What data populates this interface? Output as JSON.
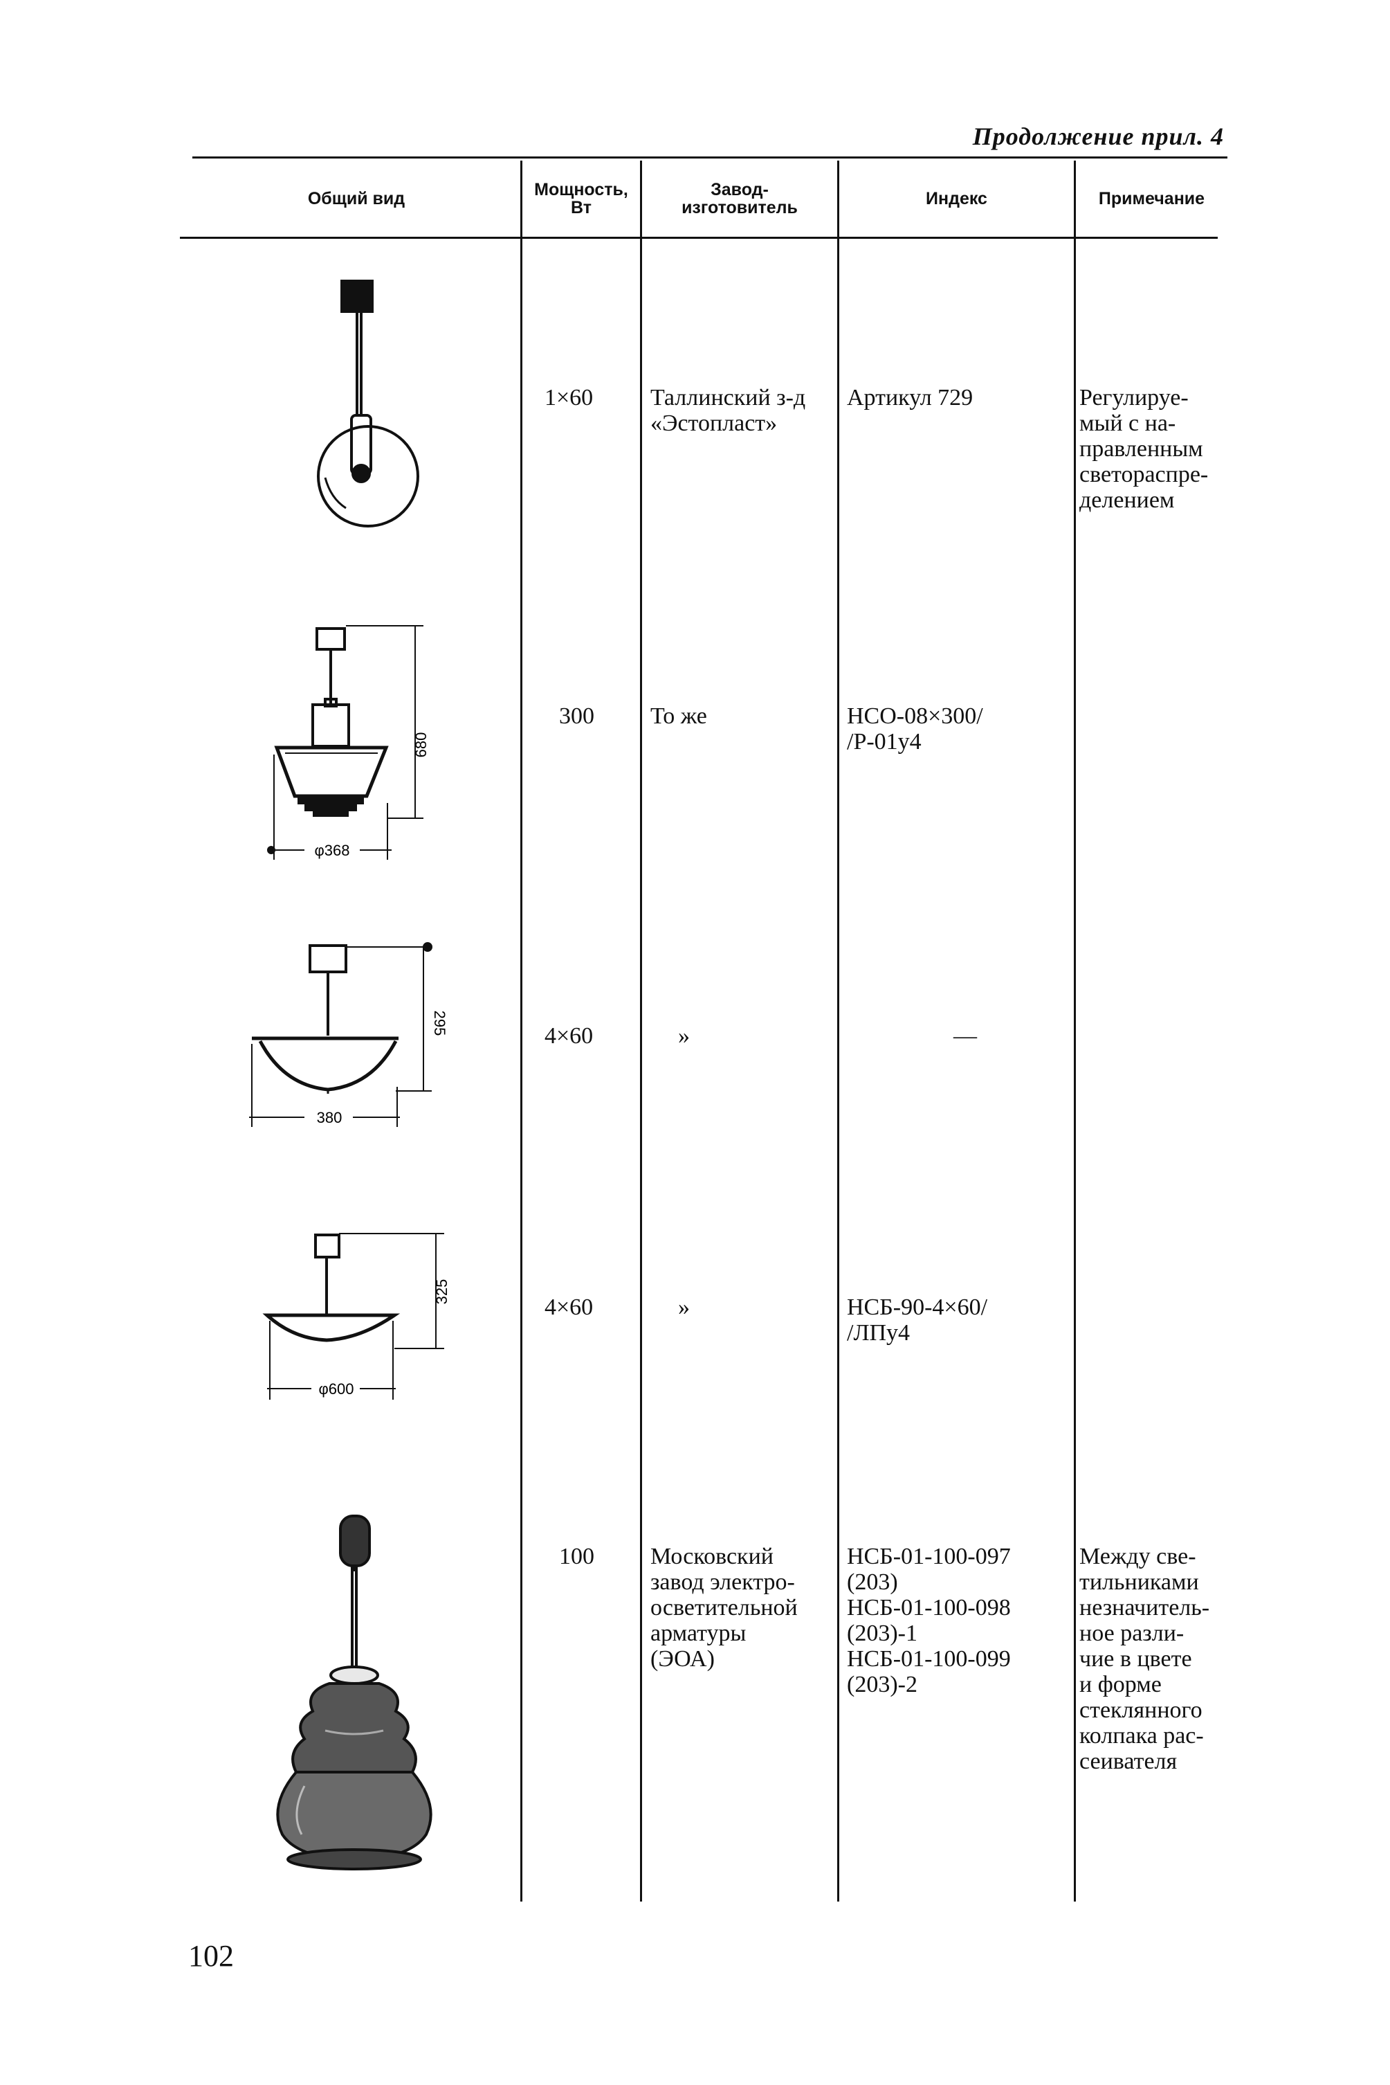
{
  "running_head": "Продолжение прил. 4",
  "columns": [
    {
      "key": "view",
      "label_lines": [
        "Общий вид"
      ]
    },
    {
      "key": "power",
      "label_lines": [
        "Мощность,",
        "Вт"
      ]
    },
    {
      "key": "maker",
      "label_lines": [
        "Завод-",
        "изготовитель"
      ]
    },
    {
      "key": "index",
      "label_lines": [
        "Индекс"
      ]
    },
    {
      "key": "note",
      "label_lines": [
        "Примечание"
      ]
    }
  ],
  "rows": [
    {
      "power": "1×60",
      "maker_lines": [
        "Таллинский з-д",
        "«Эстопласт»"
      ],
      "index_lines": [
        "Артикул 729"
      ],
      "note_lines": [
        "Регулируе-",
        "мый с на-",
        "правленным",
        "светораспре-",
        "делением"
      ],
      "drawing": {
        "icon": "swivel-pendant-lamp-icon",
        "dims": []
      }
    },
    {
      "power": "300",
      "maker_lines": [
        "То же"
      ],
      "index_lines": [
        "НСО-08×300/",
        "/Р-01у4"
      ],
      "note_lines": [],
      "drawing": {
        "icon": "tiered-shade-pendant-icon",
        "dims": [
          "680",
          "φ368"
        ]
      }
    },
    {
      "power": "4×60",
      "maker_lines": [
        "»"
      ],
      "index_lines": [
        "—"
      ],
      "note_lines": [],
      "drawing": {
        "icon": "bowl-pendant-lamp-icon",
        "dims": [
          "295",
          "380"
        ]
      }
    },
    {
      "power": "4×60",
      "maker_lines": [
        "»"
      ],
      "index_lines": [
        "НСБ-90-4×60/",
        "/ЛПу4"
      ],
      "note_lines": [],
      "drawing": {
        "icon": "shallow-bowl-pendant-icon",
        "dims": [
          "325",
          "φ600"
        ]
      }
    },
    {
      "power": "100",
      "maker_lines": [
        "Московский",
        "завод электро-",
        "осветительной",
        "арматуры",
        "(ЭОА)"
      ],
      "index_lines": [
        "НСБ-01-100-097",
        "(203)",
        "НСБ-01-100-098",
        "(203)-1",
        "НСБ-01-100-099",
        "(203)-2"
      ],
      "note_lines": [
        "Между све-",
        "тильниками",
        "незначитель-",
        "ное разли-",
        "чие в цвете",
        "и форме",
        "стеклянного",
        "колпака рас-",
        "сеивателя"
      ],
      "drawing": {
        "icon": "glass-bell-pendant-icon",
        "dims": []
      }
    }
  ],
  "page_number": "102"
}
